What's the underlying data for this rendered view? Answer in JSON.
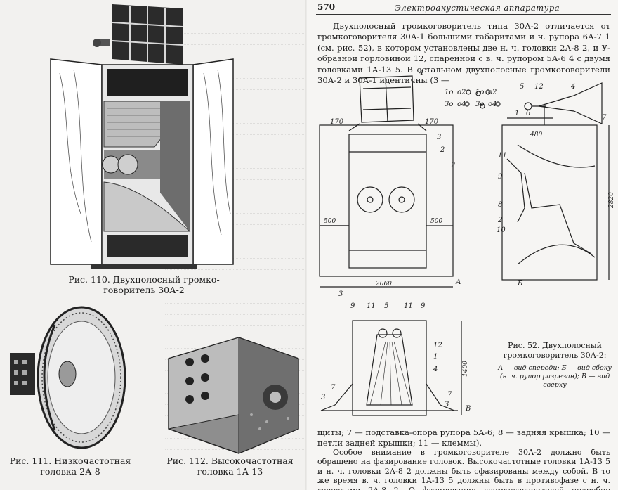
{
  "left_page": {
    "fig110_caption": "Рис. 110. Двухполосный громко-говоритель 30А-2",
    "fig111_caption": "Рис. 111. Низкочастотная головка 2А-8",
    "fig112_caption": "Рис. 112. Высокочастотная головка 1А-13"
  },
  "right_page": {
    "page_number": "570",
    "running_title": "Электроакустическая аппаратура",
    "intro_paragraph": "Двухполосный громкоговоритель типа 30А-2 отличается от громкоговорителя 30А-1 большими габаритами и ч. рупора 6А-7 1 (см. рис. 52), в котором установлены две н. ч. головки 2А-8 2, и У-образной горловиной 12, спаренной с в. ч. рупором 5А-6 4 с двумя головками 1А-13 5. В остальном двухполосные громкоговорители 30А-2 и 30А-1 идентичны (3 —",
    "figure_caption": "Рис. 52. Двухполосный громкоговоритель 30А-2:",
    "figure_legend": "А — вид спереди; Б — вид сбоку (н. ч. рупор разрезан); В — вид сверху",
    "continuation_paragraph": "щиты; 7 — подставка-опора рупора 5А-6; 8 — задняя крышка; 10 — петли задней крышки; 11 — клеммы).",
    "closing_paragraph": "Особое внимание в громкоговорителе 30А-2 должно быть обращено на фазирование головок. Высокочастотные головки 1А-13 5 и н. ч. головки 2А-8 2 должны быть сфазированы между собой. В то же время в. ч. головки 1А-13 5 должны быть в противофазе с н. ч. головками 2А-8 2. О фазировании громкоговорителей подробно сказано ниже.",
    "view_labels": {
      "a": "А",
      "b": "Б",
      "v": "В"
    },
    "dimensions": {
      "width_front": "2060",
      "side_margin_left": "500",
      "side_margin_right": "500",
      "top_left": "170",
      "top_right": "170",
      "depth": "480",
      "height_side": "2820",
      "height_top": "1400"
    },
    "callouts": [
      "1",
      "2",
      "3",
      "4",
      "5",
      "6",
      "7",
      "8",
      "9",
      "10",
      "11",
      "12"
    ],
    "terminal_labels": [
      "1о",
      "о2",
      "1о",
      "о2",
      "3о",
      "о4",
      "3о",
      "о4"
    ]
  }
}
